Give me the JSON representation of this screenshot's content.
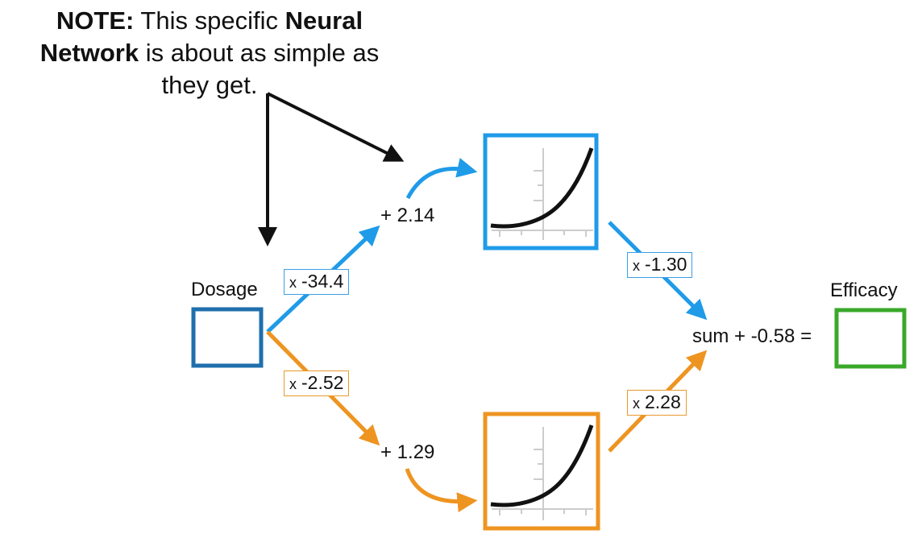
{
  "note": {
    "bold1": "NOTE:",
    "text1": " This specific ",
    "bold2": "Neural",
    "bold3": "Network",
    "text2": " is about as simple as",
    "text3": "they get."
  },
  "input": {
    "label": "Dosage",
    "color": "#1f6fad"
  },
  "output": {
    "label": "Efficacy",
    "color": "#3aa82a"
  },
  "top_path": {
    "color": "#1f9be8",
    "input_weight_prefix": "x",
    "input_weight": "-34.4",
    "bias": "+ 2.14",
    "output_weight_prefix": "x",
    "output_weight": "-1.30"
  },
  "bottom_path": {
    "color": "#ee9420",
    "input_weight_prefix": "x",
    "input_weight": "-2.52",
    "bias": "+ 1.29",
    "output_weight_prefix": "x",
    "output_weight": "2.28"
  },
  "final": {
    "sum_text": "sum + -0.58 ="
  },
  "activation": {
    "name": "softplus-curve"
  }
}
